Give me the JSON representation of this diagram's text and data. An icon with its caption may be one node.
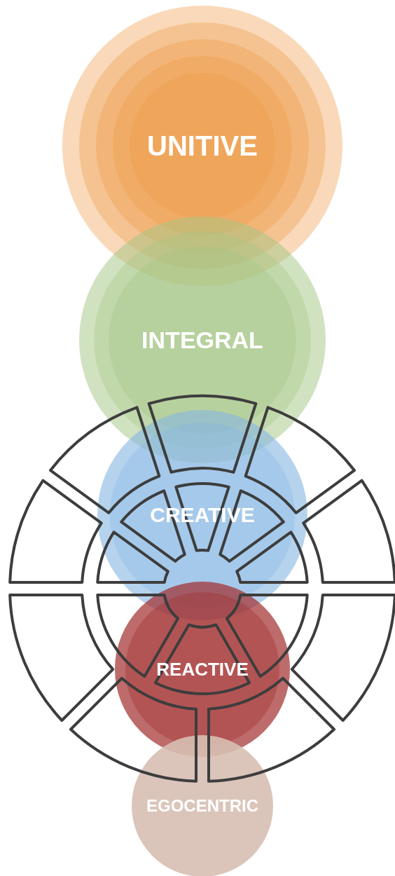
{
  "diagram": {
    "nodes": [
      {
        "text": [
          "UNITIVE"
        ]
      },
      {
        "text": [
          "INTEGRAL"
        ]
      },
      {
        "text": [
          "CREATIVE"
        ]
      },
      {
        "text": [
          "REACTIVE"
        ]
      },
      {
        "text": [
          "EGOCENTRIC"
        ]
      }
    ]
  }
}
